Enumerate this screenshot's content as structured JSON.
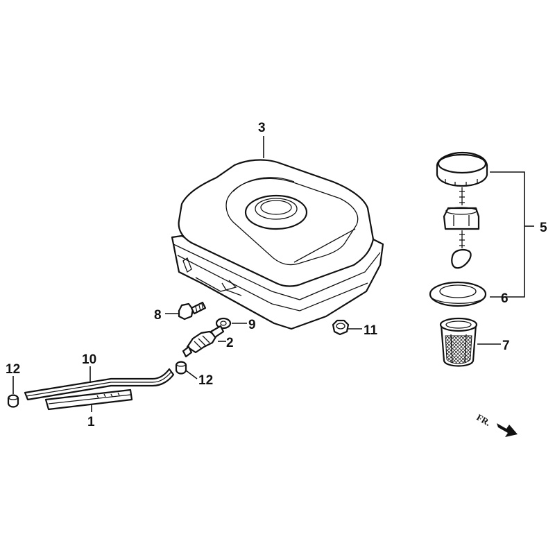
{
  "labels": {
    "p1": "1",
    "p2": "2",
    "p3": "3",
    "p5": "5",
    "p6": "6",
    "p7": "7",
    "p8": "8",
    "p9": "9",
    "p10": "10",
    "p11": "11",
    "p12a": "12",
    "p12b": "12"
  },
  "direction": "FR."
}
